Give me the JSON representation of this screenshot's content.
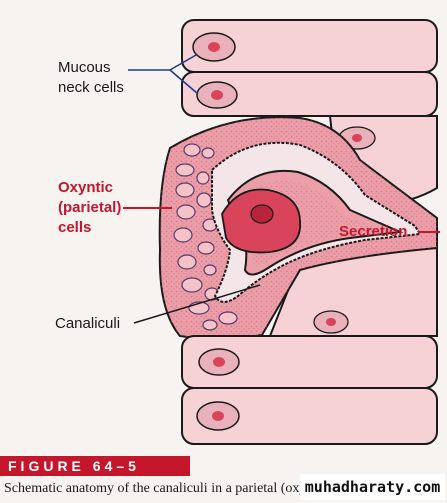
{
  "labels": {
    "mucous_neck_cells_line1": "Mucous",
    "mucous_neck_cells_line2": "neck cells",
    "oxyntic_line1": "Oxyntic",
    "oxyntic_line2": "(parietal)",
    "oxyntic_line3": "cells",
    "secretion": "Secretion",
    "canaliculi": "Canaliculi"
  },
  "figure": {
    "label": "FIGURE 64–5",
    "caption": "Schematic anatomy of the canaliculi in a parietal (oxyntic) cell."
  },
  "watermark": {
    "text": "muhadharaty.com"
  },
  "colors": {
    "accent_red": "#c4172c",
    "cell_fill": "#f6d2d6",
    "parietal_fill": "#ec9fa8",
    "nucleus_fill": "#d9445a",
    "page_background": "#f7f3f1"
  }
}
